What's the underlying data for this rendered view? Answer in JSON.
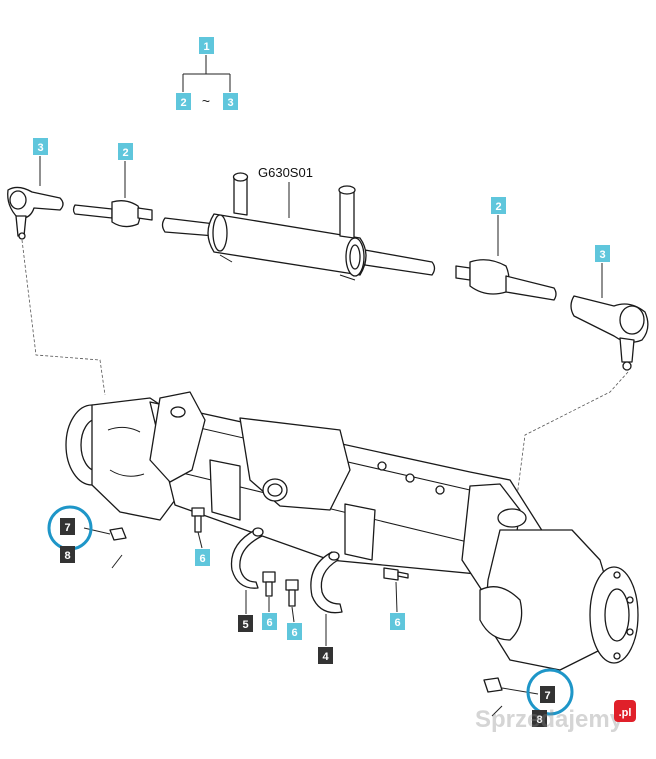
{
  "diagram": {
    "drawing_code": "G630S01",
    "tilde": "~",
    "callouts": {
      "top_1": "1",
      "top_2": "2",
      "top_3": "3",
      "tie_rod_end_left": "3",
      "inner_joint_left": "2",
      "inner_joint_right": "2",
      "tie_rod_end_right": "3",
      "bolt_left": "6",
      "bolt_mid_a": "6",
      "bolt_mid_b": "6",
      "bolt_right": "6",
      "clamp_left": "5",
      "clamp_right": "4",
      "nut_left": "7",
      "pin_left": "8",
      "nut_right": "7",
      "pin_right": "8"
    },
    "colors": {
      "callout_primary": "#5fc6dc",
      "callout_secondary": "#333333",
      "highlight_circle": "#1e96c8",
      "line": "#1a1a1a"
    }
  },
  "watermark": {
    "text": "Sprzedajemy",
    "suffix": ".pl",
    "brand_color": "#e0202a"
  }
}
